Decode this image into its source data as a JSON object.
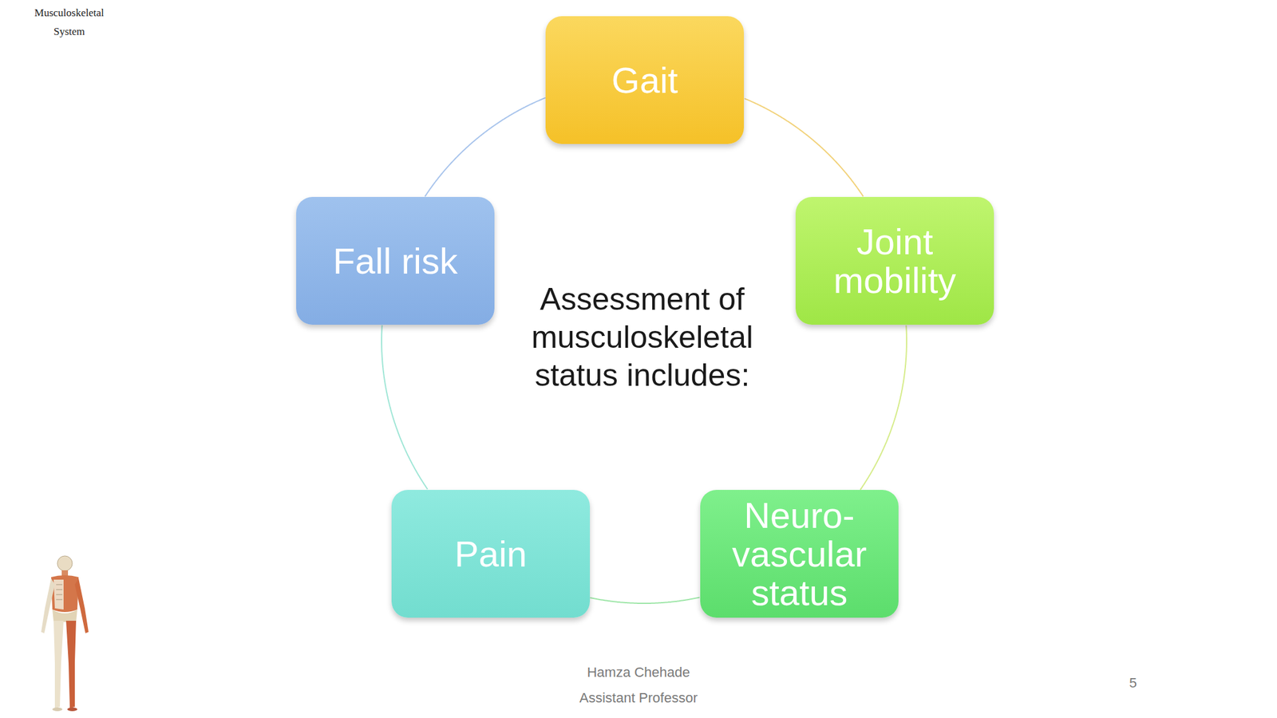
{
  "diagram": {
    "title": "Assessment of musculoskeletal status includes:",
    "nodes": [
      {
        "text": [
          "Gait"
        ]
      },
      {
        "text": [
          "Joint mobility"
        ]
      },
      {
        "text": [
          "Neuro- vascular status"
        ]
      },
      {
        "text": [
          "Pain"
        ]
      },
      {
        "text": [
          "Fall risk"
        ]
      }
    ],
    "edges": [
      {
        "from": 0,
        "to": 1,
        "arrow": "none"
      },
      {
        "from": 1,
        "to": 2,
        "arrow": "none"
      },
      {
        "from": 2,
        "to": 3,
        "arrow": "none"
      },
      {
        "from": 3,
        "to": 4,
        "arrow": "none"
      },
      {
        "from": 4,
        "to": 0,
        "arrow": "none"
      }
    ],
    "labels": [
      "Musculoskeletal System",
      "Hamza Chehade",
      "Assistant Professor",
      "5"
    ]
  }
}
